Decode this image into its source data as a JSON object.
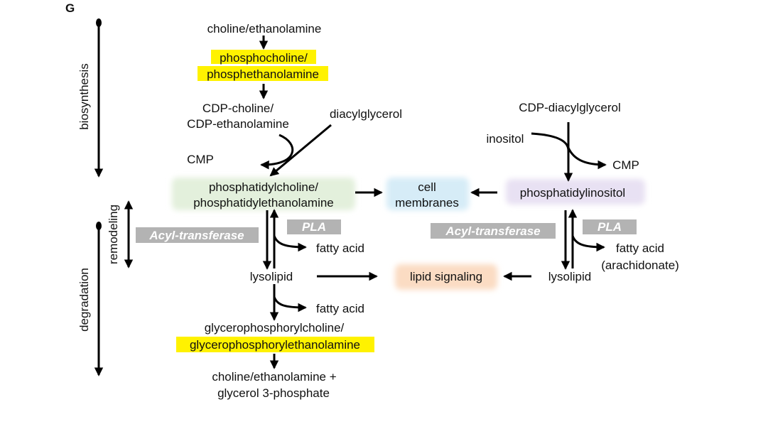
{
  "panel_label": "G",
  "side_labels": {
    "biosynthesis": "biosynthesis",
    "remodeling": "remodeling",
    "degradation": "degradation"
  },
  "nodes": {
    "choline_ethanolamine": "choline/ethanolamine",
    "phosphocholine_1": "phosphocholine/",
    "phosphocholine_2": "phosphethanolamine",
    "cdp_choline_1": "CDP-choline/",
    "cdp_choline_2": "CDP-ethanolamine",
    "diacylglycerol": "diacylglycerol",
    "cmp_left": "CMP",
    "pc_1": "phosphatidylcholine/",
    "pc_2": "phosphatidylethanolamine",
    "cell_1": "cell",
    "cell_2": "membranes",
    "cdp_dag": "CDP-diacylglycerol",
    "inositol": "inositol",
    "cmp_right": "CMP",
    "phosphatidylinositol": "phosphatidylinositol",
    "fatty_acid_1": "fatty acid",
    "fatty_acid_2": "fatty acid",
    "fatty_acid_3": "fatty acid",
    "arachidonate": "(arachidonate)",
    "lysolipid_left": "lysolipid",
    "lysolipid_right": "lysolipid",
    "lipid_signaling": "lipid signaling",
    "gpc_1": "glycerophosphorylcholine/",
    "gpc_2": "glycerophosphorylethanolamine",
    "end_1": "choline/ethanolamine +",
    "end_2": "glycerol 3-phosphate"
  },
  "enzymes": {
    "acyl_left": "Acyl-transferase",
    "pla_left": "PLA",
    "acyl_right": "Acyl-transferase",
    "pla_right": "PLA"
  },
  "colors": {
    "highlight": "#fff200",
    "badge": "#b3b3b3",
    "pc_glow": "#e3f0dc",
    "cell_glow": "#d6ecf7",
    "pi_glow": "#e8e1f3",
    "signal_glow": "#fbdcc3",
    "arrow": "#000000"
  }
}
